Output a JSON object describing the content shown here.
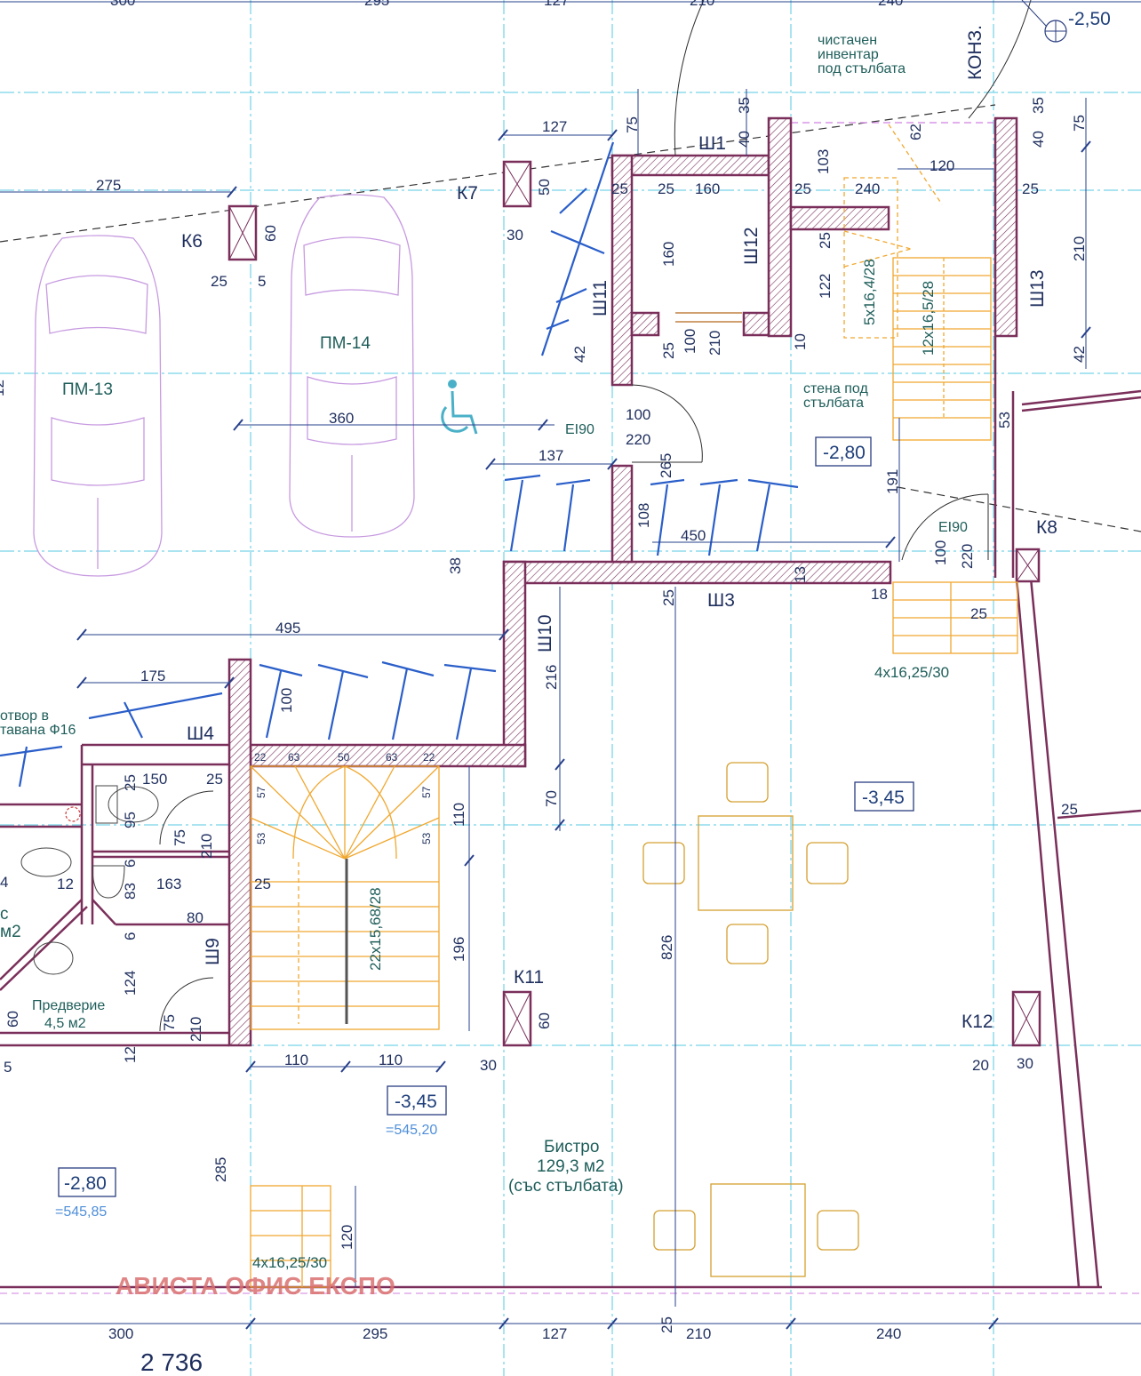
{
  "plan": {
    "total_dimension": "2 736",
    "watermark": "АВИСТА ОФИС ЕКСПО",
    "level_marker_top": "-2,50",
    "spaces": {
      "pm13": "ПМ-13",
      "pm14": "ПМ-14",
      "bistro_name": "Бистро",
      "bistro_area": "129,3 м2",
      "bistro_note": "(със стълбата)",
      "vestibule_name": "Предверие",
      "vestibule_area": "4,5 м2",
      "cleaning_line1": "чистачен",
      "cleaning_line2": "инвентар",
      "cleaning_line3": "под стълбата",
      "stair_wall_line1": "стена под",
      "stair_wall_line2": "стълбата",
      "opening_line1": "отвор в",
      "opening_line2": "тавана Ф16",
      "partial_c": "с",
      "partial_m2": "м2",
      "konz": "КОНЗ."
    },
    "levels": {
      "l280a": "-2,80",
      "l345a": "-3,45",
      "l345b": "-3,45",
      "l345b_abs": "=545,20",
      "l280b": "-2,80",
      "l280b_abs": "=545,85"
    },
    "columns": {
      "k6": "К6",
      "k7": "К7",
      "k8": "К8",
      "k11": "К11",
      "k12": "К12"
    },
    "walls": {
      "sh1": "Ш1",
      "sh3": "Ш3",
      "sh4": "Ш4",
      "sh9": "Ш9",
      "sh10": "Ш10",
      "sh11": "Ш11",
      "sh12": "Ш12",
      "sh13": "Ш13"
    },
    "doors": {
      "ei90a": "EI90",
      "ei90b": "EI90"
    },
    "stairs": {
      "s1": "5x16,4/28",
      "s2": "12x16,5/28",
      "s3": "4x16,25/30",
      "s4": "22x15,68/28",
      "s5": "4x16,25/30"
    },
    "dims": {
      "top_300": "300",
      "top_295": "295",
      "top_127": "127",
      "top_210": "210",
      "top_240": "240",
      "d127": "127",
      "d75a": "75",
      "d35a": "35",
      "d40a": "40",
      "d275": "275",
      "d50": "50",
      "d30a": "30",
      "d60a": "60",
      "d25a": "25",
      "d5": "5",
      "d25b": "25",
      "d25c": "25",
      "d160a": "160",
      "d160b": "160",
      "d25d": "25",
      "d240": "240",
      "d25e": "25",
      "d62": "62",
      "d120": "120",
      "d103": "103",
      "d35b": "35",
      "d40b": "40",
      "d75b": "75",
      "d210a": "210",
      "d25f": "25",
      "d122": "122",
      "d10": "10",
      "d25g": "25",
      "d100a": "100",
      "d210b": "210",
      "d42a": "42",
      "d42b": "42",
      "d360": "360",
      "d100b": "100",
      "d220a": "220",
      "d265": "265",
      "d137": "137",
      "d108": "108",
      "d450": "450",
      "d38": "38",
      "d191": "191",
      "d53a": "53",
      "d100c": "100",
      "d220b": "220",
      "d13": "13",
      "d18": "18",
      "d25h": "25",
      "d25i": "25",
      "d495": "495",
      "d216": "216",
      "d175": "175",
      "d100d": "100",
      "d22a": "22",
      "d63a": "63",
      "d50b": "50",
      "d63b": "63",
      "d22b": "22",
      "d57a": "57",
      "d57b": "57",
      "d53b": "53",
      "d53c": "53",
      "d110a": "110",
      "d196": "196",
      "d70": "70",
      "d150": "150",
      "d25j": "25",
      "d25k": "25",
      "d95": "95",
      "d75c": "75",
      "d210c": "210",
      "d6a": "6",
      "d12a": "12",
      "d163": "163",
      "d83": "83",
      "d80": "80",
      "d6b": "6",
      "d25l": "25",
      "d124": "124",
      "d60b": "60",
      "d75d": "75",
      "d210d": "210",
      "d12b": "12",
      "d5b": "5",
      "d4": "4",
      "d110b": "110",
      "d110c": "110",
      "d30b": "30",
      "d60c": "60",
      "d826": "826",
      "d25m": "25",
      "d20": "20",
      "d30c": "30",
      "d285": "285",
      "d120b": "120",
      "d25n": "25",
      "bot_300": "300",
      "bot_295": "295",
      "bot_127": "127",
      "bot_210": "210",
      "bot_240": "240",
      "d12c": "12"
    }
  }
}
